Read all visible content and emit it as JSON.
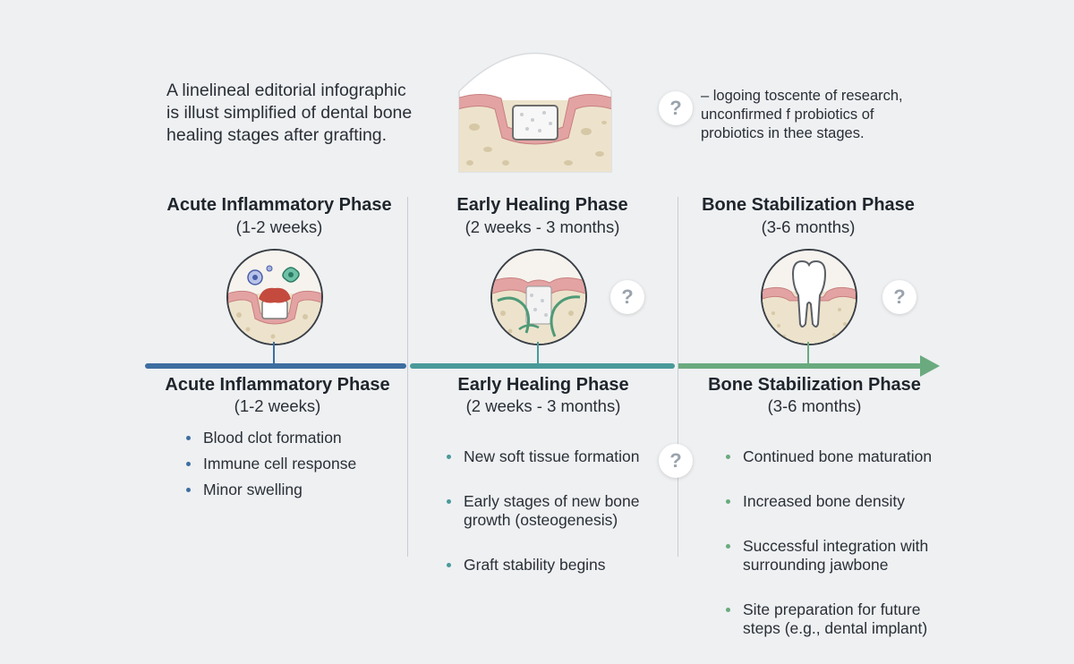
{
  "intro": {
    "line1": "A linelineal editorial infographic",
    "line2": "is illust simplified of dental bone",
    "line3": "healing stages after grafting."
  },
  "note": {
    "line1": "– logoing toscente of research,",
    "line2": "unconfirmed f probiotics of",
    "line3": "probiotics in thee stages."
  },
  "question_mark": "?",
  "phases": [
    {
      "title": "Acute Inflammatory Phase",
      "duration": "(1-2 weeks)",
      "bullets": [
        "Blood clot formation",
        "Immune cell response",
        "Minor swelling"
      ],
      "icon": "inflammation-icon"
    },
    {
      "title": "Early Healing Phase",
      "duration": "(2 weeks - 3 months)",
      "bullets": [
        "New soft tissue formation",
        "Early stages of new bone\ngrowth (osteogenesis)",
        "Graft stability begins"
      ],
      "icon": "healing-tissue-icon"
    },
    {
      "title": "Bone Stabilization Phase",
      "duration": "(3-6 months)",
      "bullets": [
        "Continued bone maturation",
        "Increased bone density",
        "Successful integration with\nsurrounding jawbone",
        "Site preparation for future\nsteps (e.g., dental implant)"
      ],
      "icon": "tooth-icon"
    }
  ],
  "colors": {
    "background": "#eef0f2",
    "timeline_blue": "#3d6ea0",
    "timeline_teal": "#4a9a9a",
    "timeline_green": "#6aaa7e",
    "gum_pink": "#e3a3a3",
    "bone_beige": "#ede3cc"
  }
}
